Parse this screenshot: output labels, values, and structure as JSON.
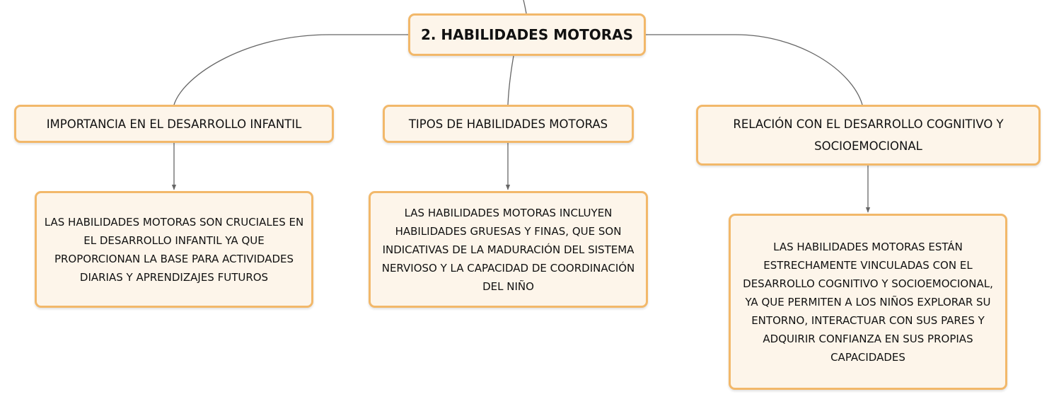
{
  "diagram": {
    "central_topic": "2. HABILIDADES MOTORAS",
    "topics": [
      {
        "label": "IMPORTANCIA EN EL DESARROLLO INFANTIL",
        "detail": "LAS HABILIDADES MOTORAS SON CRUCIALES EN EL DESARROLLO INFANTIL YA QUE PROPORCIONAN LA BASE PARA ACTIVIDADES DIARIAS Y APRENDIZAJES FUTUROS"
      },
      {
        "label": "TIPOS DE HABILIDADES MOTORAS",
        "detail": "LAS HABILIDADES MOTORAS INCLUYEN HABILIDADES GRUESAS Y FINAS, QUE SON INDICATIVAS DE LA MADURACIÓN DEL SISTEMA NERVIOSO Y LA CAPACIDAD DE COORDINACIÓN DEL NIÑO"
      },
      {
        "label": "RELACIÓN CON EL DESARROLLO COGNITIVO Y SOCIOEMOCIONAL",
        "detail": "LAS HABILIDADES MOTORAS ESTÁN ESTRECHAMENTE VINCULADAS CON EL DESARROLLO COGNITIVO Y SOCIOEMOCIONAL, YA QUE PERMITEN A LOS NIÑOS EXPLORAR SU ENTORNO, INTERACTUAR CON SUS PARES Y ADQUIRIR CONFIANZA EN SUS PROPIAS CAPACIDADES"
      }
    ]
  },
  "colors": {
    "node_fill": "#fdf5ea",
    "node_border": "#f2b86a",
    "connector": "#666666",
    "text": "#111111"
  }
}
